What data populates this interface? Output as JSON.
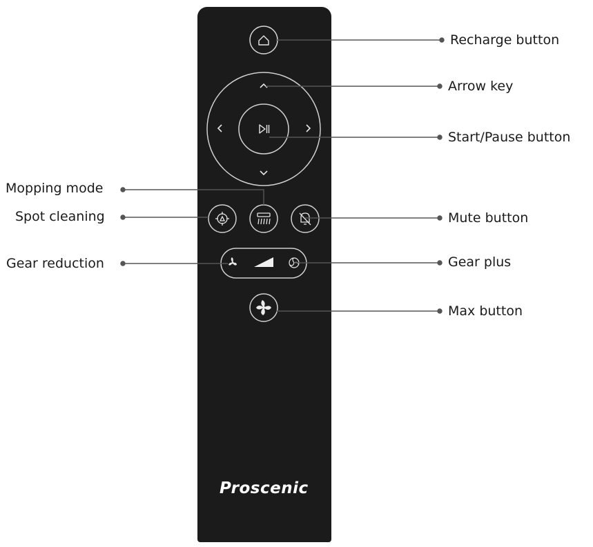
{
  "brand": "Proscenic",
  "labels": {
    "recharge": "Recharge button",
    "arrow_key": "Arrow key",
    "start_pause": "Start/Pause button",
    "mopping_mode": "Mopping mode",
    "spot_cleaning": "Spot cleaning",
    "mute": "Mute button",
    "gear_reduction": "Gear reduction",
    "gear_plus": "Gear plus",
    "max": "Max button"
  }
}
